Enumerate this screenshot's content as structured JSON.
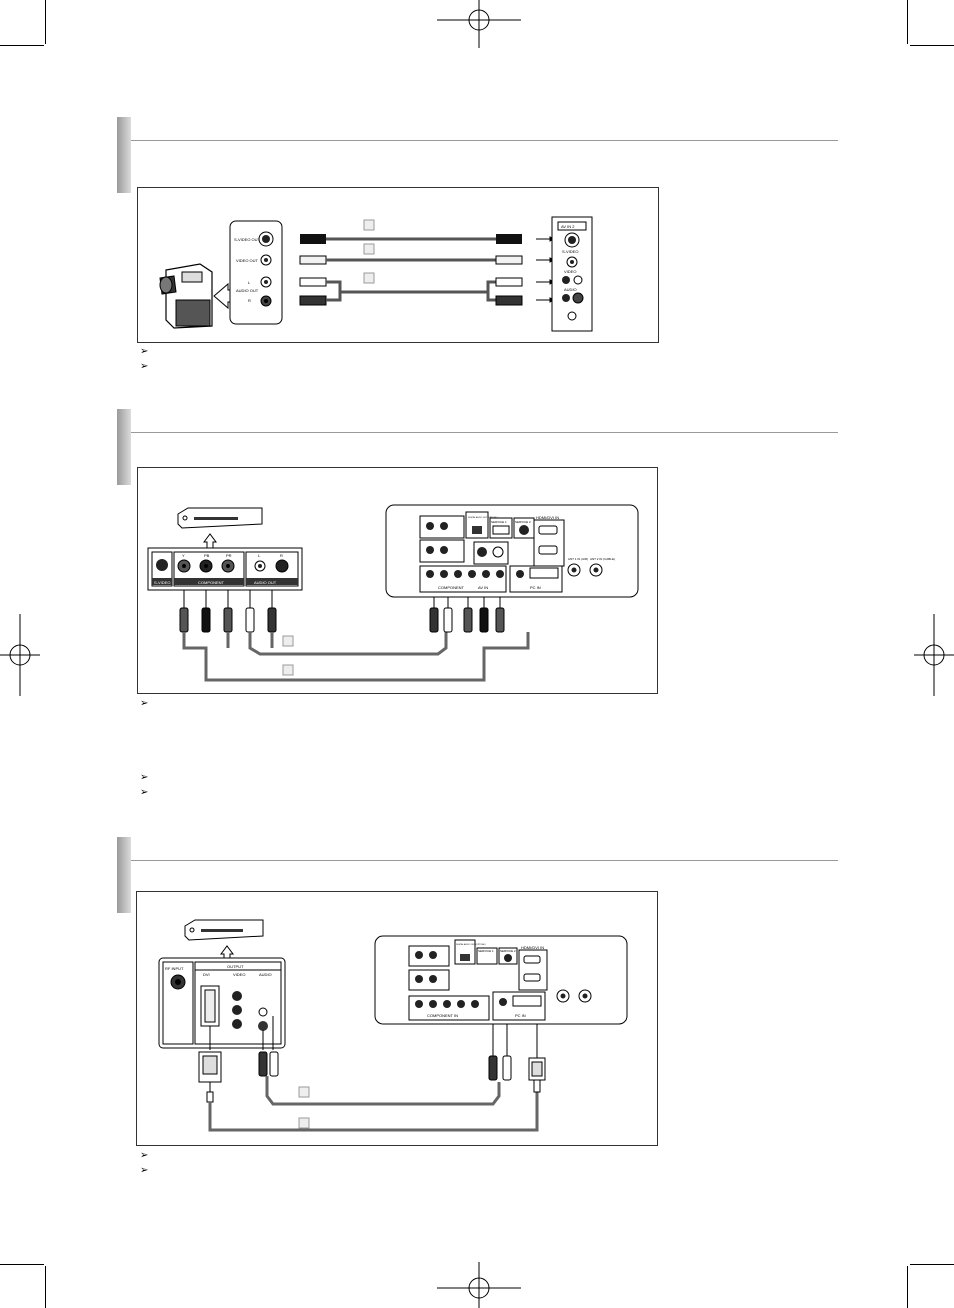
{
  "notes_symbol": "➢",
  "section1": {
    "camcorder_labels": {
      "s_video_out": "S-VIDEO OUT",
      "video_out": "VIDEO OUT",
      "audio_out": "AUDIO OUT",
      "audio_l": "L",
      "audio_r": "R"
    },
    "tv_labels": {
      "av_in_2": "AV IN 2",
      "s_video": "S-VIDEO",
      "video": "VIDEO",
      "audio": "AUDIO"
    },
    "note_count": 2
  },
  "section2": {
    "player_labels": {
      "s_video": "S-VIDEO",
      "component": "COMPONENT",
      "audio_out": "AUDIO OUT",
      "y": "Y",
      "pb": "PB",
      "pr": "PR",
      "l": "L",
      "r": "R"
    },
    "tv_labels": {
      "digital_audio_out": "DIGITAL AUDIO OUT (OPTICAL)",
      "service1": "SERVICE 1",
      "service2": "SERVICE 2",
      "hdmi_dvi_in": "HDMI/DVI IN",
      "component": "COMPONENT",
      "av_in": "AV IN",
      "pc_in": "PC IN",
      "ant_in_air": "ANT 1 IN (AIR)",
      "ant_in_cable": "ANT 2 IN (CABLE)"
    }
  },
  "section3": {
    "player_labels": {
      "output": "OUTPUT",
      "rf_input": "RF INPUT",
      "dvi": "DVI",
      "video": "VIDEO",
      "audio": "AUDIO"
    },
    "tv_labels": {
      "digital_audio_out": "DIGITAL AUDIO OUT (OPTICAL)",
      "service1": "SERVICE 1",
      "service2": "SERVICE 2",
      "hdmi_dvi_in": "HDMI/DVI IN",
      "component_in": "COMPONENT IN",
      "pc_in": "PC IN"
    }
  }
}
